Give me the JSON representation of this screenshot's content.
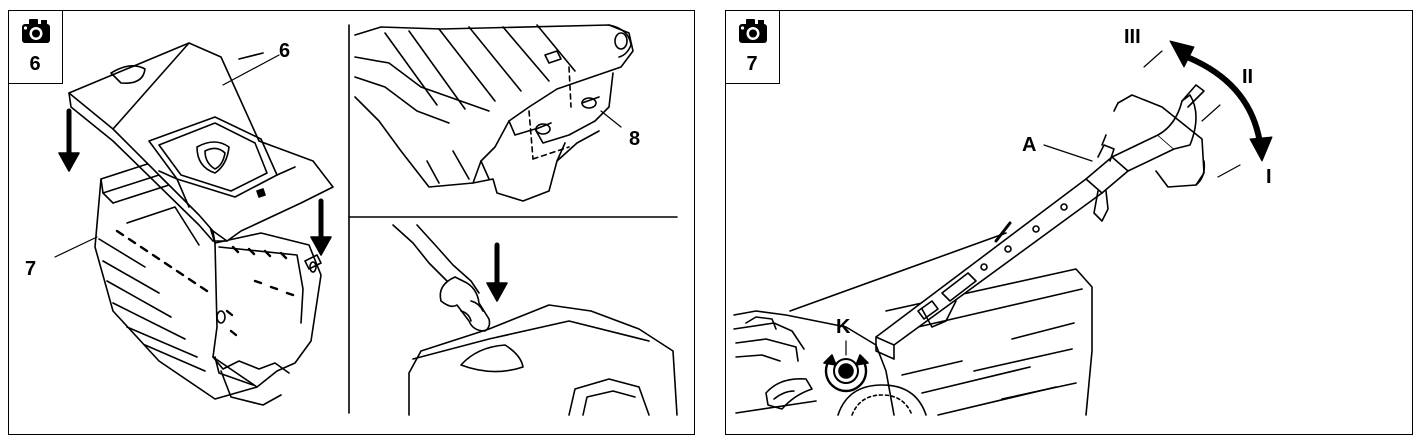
{
  "panels": [
    {
      "badge": {
        "icon": "camera-icon",
        "number": "6"
      },
      "labels": {
        "lid": "6",
        "bag": "7",
        "pin": "8"
      }
    },
    {
      "badge": {
        "icon": "camera-icon",
        "number": "7"
      },
      "labels": {
        "handle": "A",
        "knob": "K",
        "pos_1": "I",
        "pos_2": "II",
        "pos_3": "III"
      }
    }
  ]
}
